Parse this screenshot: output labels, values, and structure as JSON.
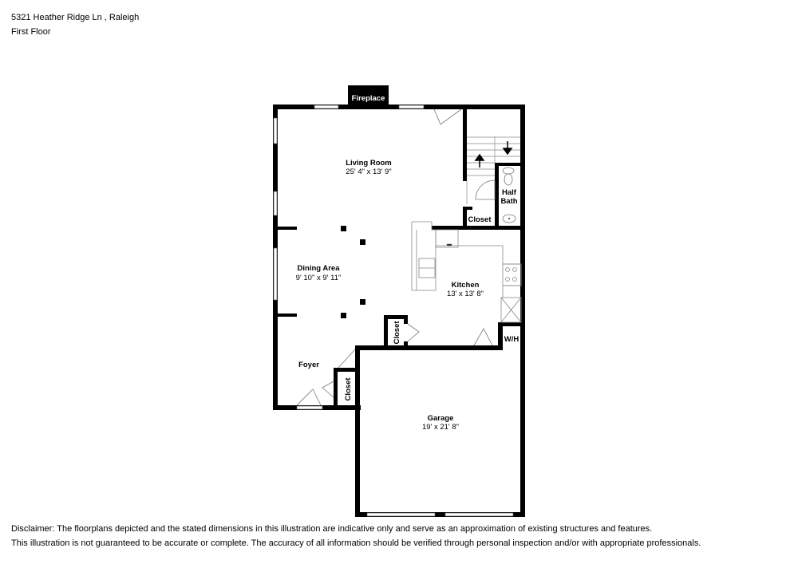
{
  "header": {
    "address": "5321 Heather Ridge Ln , Raleigh",
    "floor": "First Floor"
  },
  "rooms": {
    "living_room": {
      "name": "Living Room",
      "dims": "25' 4\" x 13' 9\""
    },
    "dining_area": {
      "name": "Dining Area",
      "dims": "9' 10\" x 9' 11\""
    },
    "kitchen": {
      "name": "Kitchen",
      "dims": "13' x 13' 8\""
    },
    "garage": {
      "name": "Garage",
      "dims": "19' x 21' 8\""
    },
    "foyer": {
      "name": "Foyer"
    },
    "half_bath": {
      "name_line1": "Half",
      "name_line2": "Bath"
    },
    "closet_upper": {
      "name": "Closet"
    },
    "closet_kitchen": {
      "name": "Closet"
    },
    "closet_foyer": {
      "name": "Closet"
    },
    "water_heater": {
      "name": "W/H"
    },
    "fireplace": {
      "name": "Fireplace"
    }
  },
  "icons": {
    "stairs_up": "arrow-up-icon",
    "stairs_down": "arrow-down-icon"
  },
  "colors": {
    "wall": "#000000",
    "window": "#ffffff",
    "fixture_line": "#888888",
    "background": "#ffffff"
  },
  "disclaimer": {
    "line1": "Disclaimer: The floorplans depicted and the stated dimensions in this illustration are indicative only and serve as an approximation of existing structures and features.",
    "line2": "This illustration is not guaranteed to be accurate or complete. The accuracy of all information should be verified through personal inspection and/or with appropriate professionals."
  }
}
